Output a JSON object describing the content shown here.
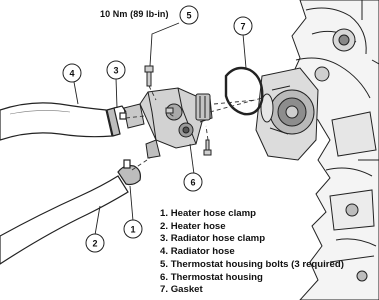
{
  "torque_spec": "10 Nm (89 lb-in)",
  "callouts": [
    "5",
    "7",
    "4",
    "3",
    "6",
    "1",
    "2"
  ],
  "legend": [
    {
      "num": "1.",
      "text": "Heater hose clamp"
    },
    {
      "num": "2.",
      "text": "Heater hose"
    },
    {
      "num": "3.",
      "text": "Radiator hose clamp"
    },
    {
      "num": "4.",
      "text": "Radiator hose"
    },
    {
      "num": "5.",
      "text": "Thermostat housing bolts (3 required)"
    },
    {
      "num": "6.",
      "text": "Thermostat housing"
    },
    {
      "num": "7.",
      "text": "Gasket"
    }
  ]
}
